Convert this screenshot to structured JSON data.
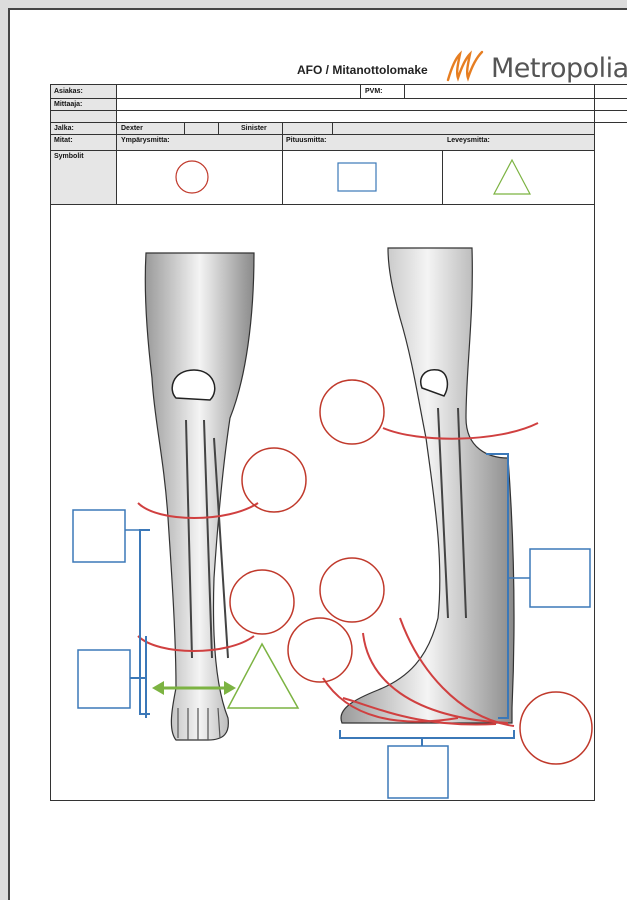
{
  "header": {
    "title": "AFO / Mitanottolomake",
    "logo_text": "Metropolia",
    "logo_color": "#e67e22"
  },
  "form": {
    "asiakas_label": "Asiakas:",
    "pvm_label": "PVM:",
    "mittaaja_label": "Mittaaja:",
    "jalka_label": "Jalka:",
    "dexter_label": "Dexter",
    "sinister_label": "Sinister",
    "mitat_label": "Mitat:",
    "symbolit_label": "Symbolit",
    "ymparysmitta_label": "Ympärysmitta:",
    "pituusmitta_label": "Pituusmitta:",
    "leveysmitta_label": "Leveysmitta:"
  },
  "colors": {
    "circle": "#c0392b",
    "square": "#3b78b8",
    "triangle": "#7cb342",
    "arrow_red": "#d04040"
  }
}
